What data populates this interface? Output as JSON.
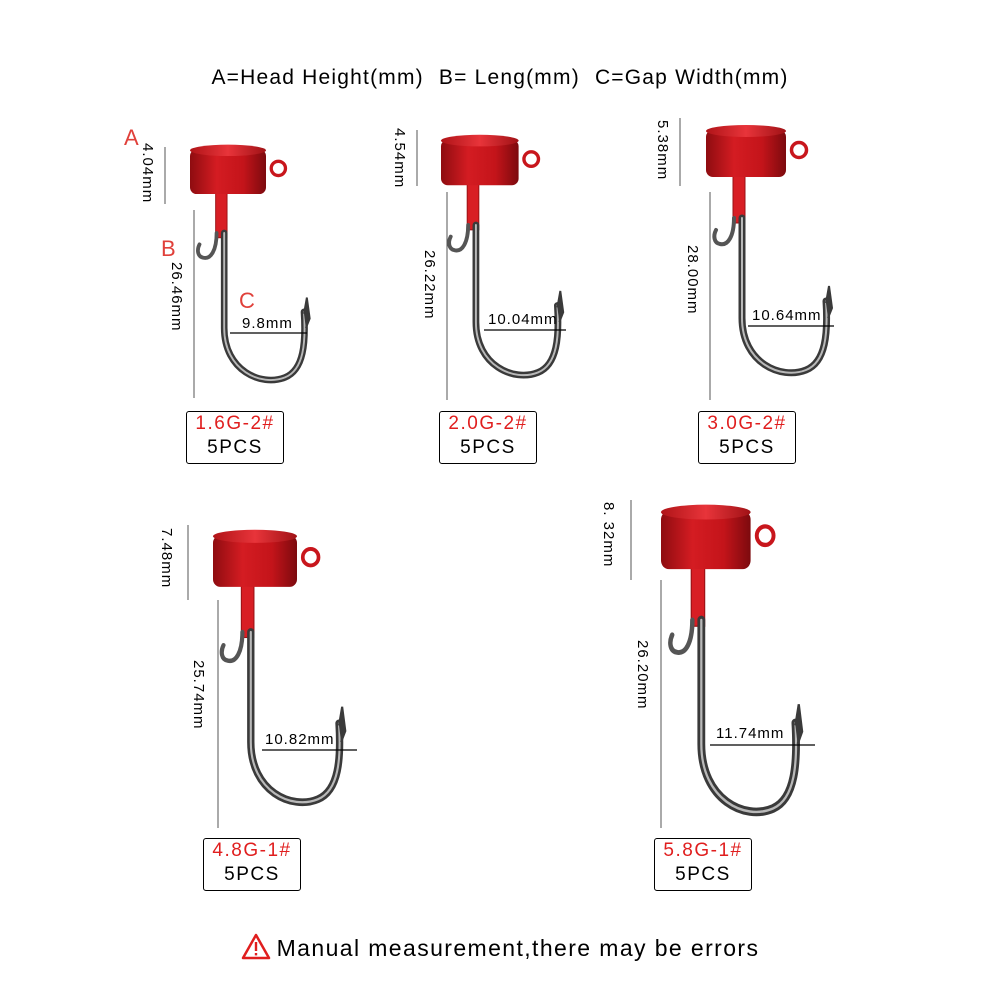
{
  "header": {
    "legend_a": "A=Head Height(mm)",
    "legend_b": "B= Leng(mm)",
    "legend_c": "C=Gap Width(mm)"
  },
  "markers": {
    "a": "A",
    "b": "B",
    "c": "C"
  },
  "products": [
    {
      "size": "1.6G-2#",
      "pcs": "5PCS",
      "head_height": "4.04mm",
      "length": "26.46mm",
      "gap": "9.8mm"
    },
    {
      "size": "2.0G-2#",
      "pcs": "5PCS",
      "head_height": "4.54mm",
      "length": "26.22mm",
      "gap": "10.04mm"
    },
    {
      "size": "3.0G-2#",
      "pcs": "5PCS",
      "head_height": "5.38mm",
      "length": "28.00mm",
      "gap": "10.64mm"
    },
    {
      "size": "4.8G-1#",
      "pcs": "5PCS",
      "head_height": "7.48mm",
      "length": "25.74mm",
      "gap": "10.82mm"
    },
    {
      "size": "5.8G-1#",
      "pcs": "5PCS",
      "head_height": "8. 32mm",
      "length": "26.20mm",
      "gap": "11.74mm"
    }
  ],
  "footer": {
    "note": "Manual measurement,there may be errors",
    "icon": "warning-triangle-icon"
  },
  "colors": {
    "head_red": "#c8161c",
    "hook_steel": "#3a3a3a",
    "size_text": "#e01e1e",
    "marker": "#e0403a"
  }
}
